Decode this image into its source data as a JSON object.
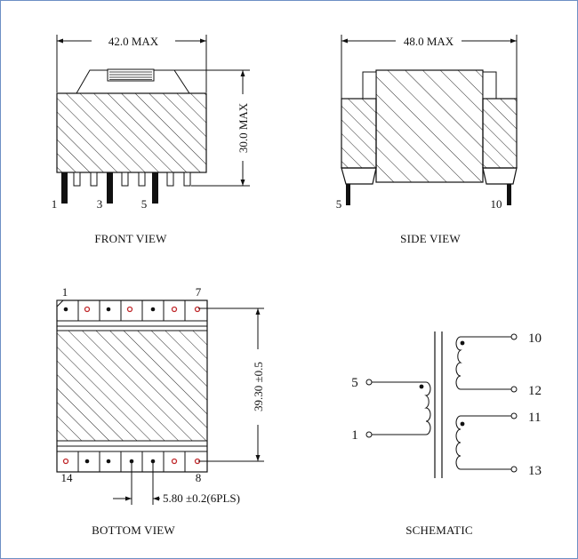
{
  "views": {
    "front": {
      "caption": "FRONT VIEW",
      "width_dim": "42.0  MAX",
      "height_dim": "30.0 MAX",
      "pin_labels": [
        "1",
        "3",
        "5"
      ]
    },
    "side": {
      "caption": "SIDE VIEW",
      "width_dim": "48.0 MAX",
      "pin_labels": [
        "5",
        "10"
      ]
    },
    "bottom": {
      "caption": "BOTTOM VIEW",
      "height_dim": "39.30 ±0.5",
      "pitch_dim": "5.80 ±0.2(6PLS)",
      "corner_labels": [
        "1",
        "7",
        "14",
        "8"
      ]
    },
    "schematic": {
      "caption": "SCHEMATIC",
      "primary_labels": [
        "5",
        "1"
      ],
      "secondary_labels": [
        "10",
        "12",
        "11",
        "13"
      ]
    }
  },
  "colors": {
    "line": "#111111",
    "border": "#6d8fc4",
    "pin_mark": "#c0282b"
  }
}
